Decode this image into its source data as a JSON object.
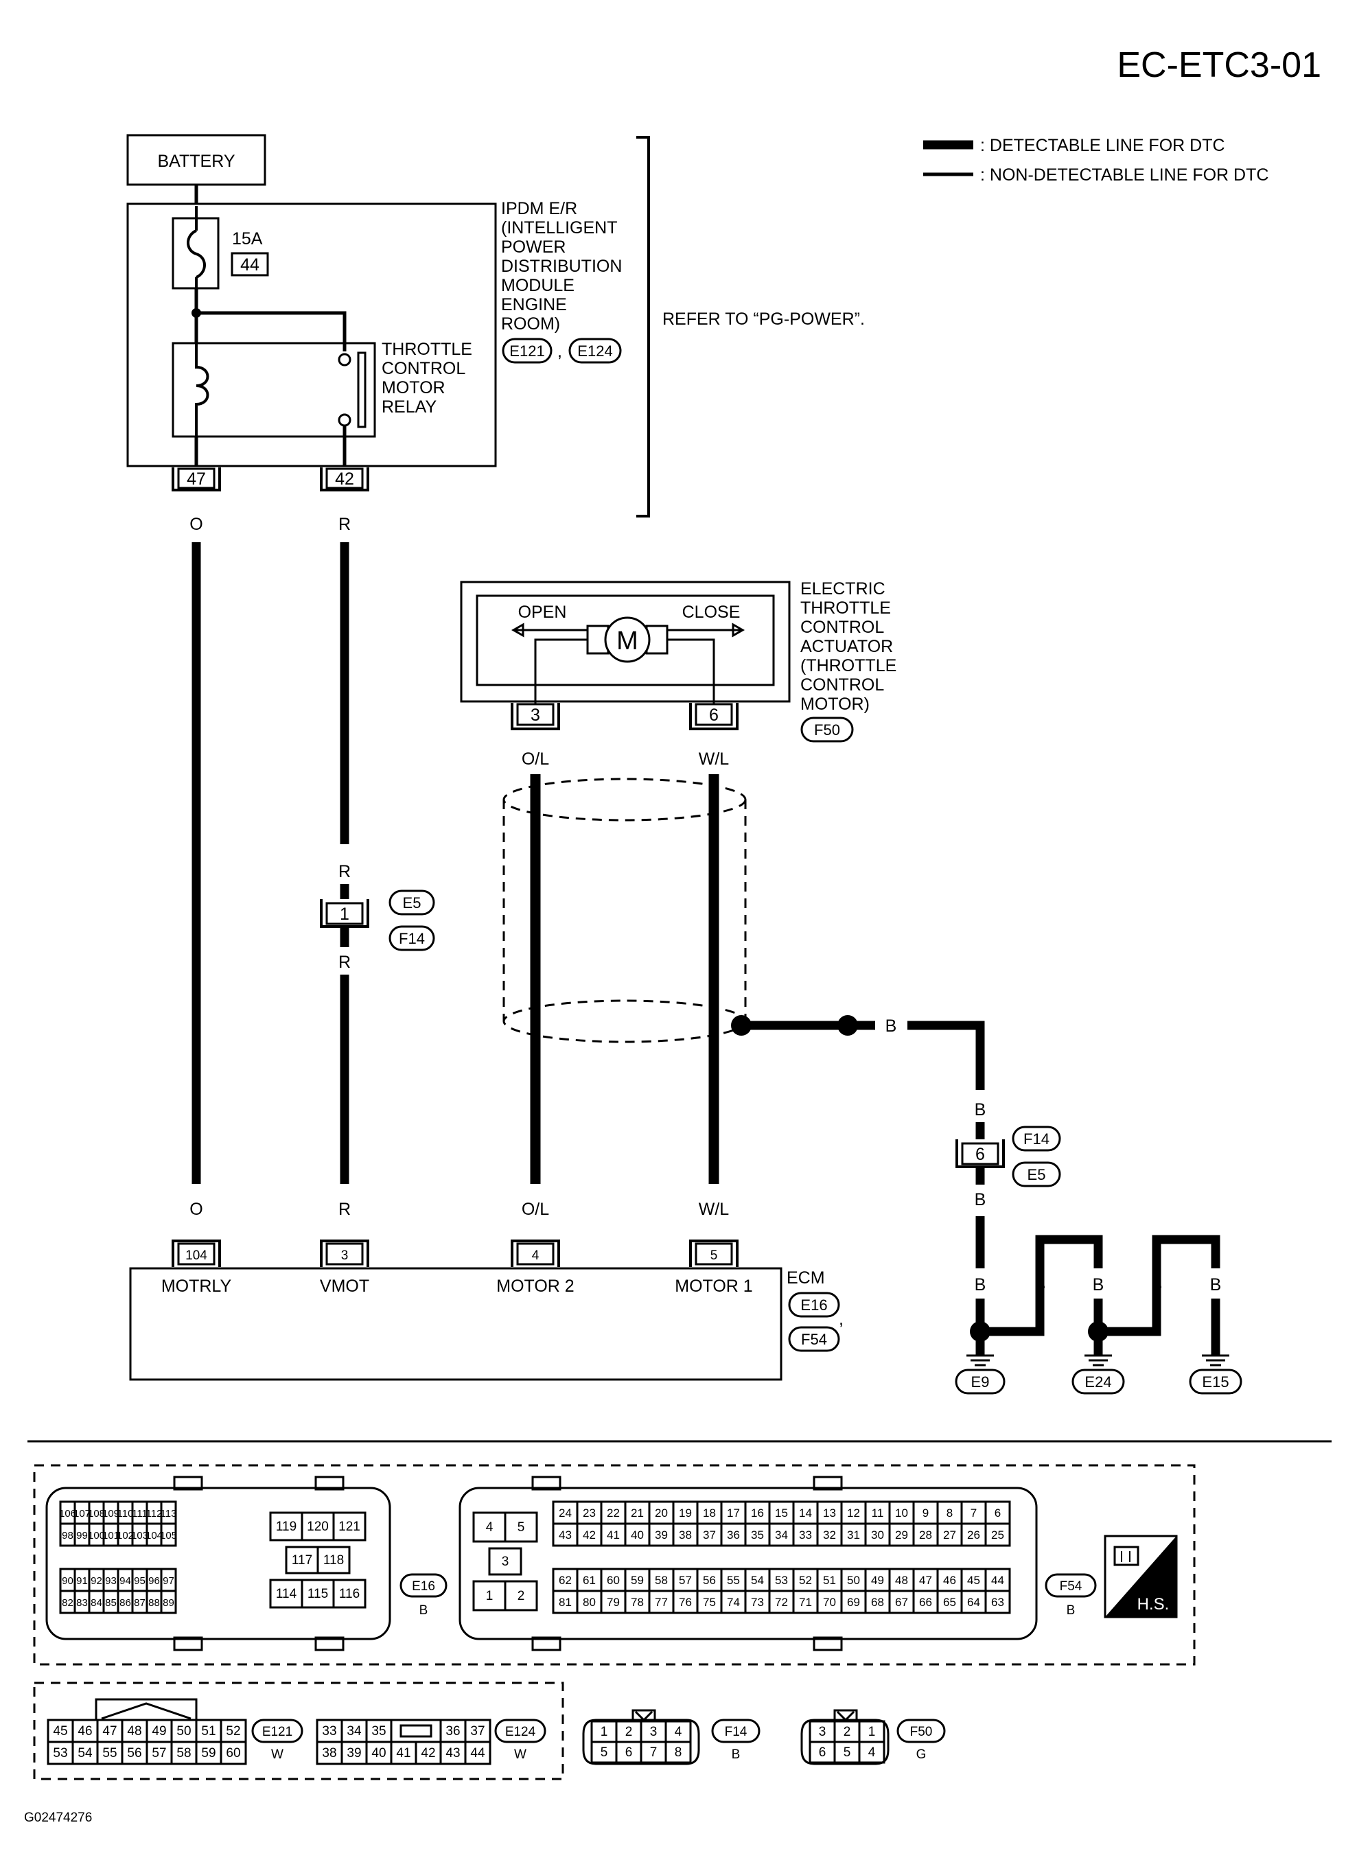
{
  "page_code": "EC-ETC3-01",
  "figure_id": "G02474276",
  "legend": {
    "detectable": ": DETECTABLE LINE FOR DTC",
    "non_detectable": ": NON-DETECTABLE LINE FOR DTC"
  },
  "battery": "BATTERY",
  "fuse": {
    "rating": "15A",
    "number": "44"
  },
  "ipdm": {
    "lines": [
      "IPDM E/R",
      "(INTELLIGENT",
      "POWER",
      "DISTRIBUTION",
      "MODULE",
      "ENGINE",
      "ROOM)"
    ],
    "connectors": [
      "E121",
      "E124"
    ],
    "separator": ","
  },
  "relay_lines": [
    "THROTTLE",
    "CONTROL",
    "MOTOR",
    "RELAY"
  ],
  "refer": "REFER TO “PG-POWER”.",
  "actuator": {
    "lines": [
      "ELECTRIC",
      "THROTTLE",
      "CONTROL",
      "ACTUATOR",
      "(THROTTLE",
      "CONTROL",
      "MOTOR)"
    ],
    "open": "OPEN",
    "close": "CLOSE",
    "motor": "M",
    "connector": "F50",
    "pin_open": "3",
    "pin_close": "6"
  },
  "ipdm_pins": {
    "motrly": "47",
    "vmot": "42"
  },
  "wire_colors": {
    "o": "O",
    "r": "R",
    "ol": "O/L",
    "wl": "W/L",
    "b": "B"
  },
  "joint_e5": {
    "pin": "1",
    "top": "E5",
    "bottom": "F14"
  },
  "joint_f14": {
    "pin": "6",
    "top": "F14",
    "bottom": "E5"
  },
  "ecm": {
    "label": "ECM",
    "connectors": [
      "E16",
      "F54"
    ],
    "separator": ",",
    "pins": [
      "104",
      "3",
      "4",
      "5"
    ],
    "terminals": [
      "MOTRLY",
      "VMOT",
      "MOTOR 2",
      "MOTOR 1"
    ]
  },
  "grounds": [
    "E9",
    "E24",
    "E15"
  ],
  "connector_e16": {
    "id": "E16",
    "color": "B",
    "rows": [
      [
        "106",
        "107",
        "108",
        "109",
        "110",
        "111",
        "112",
        "113"
      ],
      [
        "98",
        "99",
        "100",
        "101",
        "102",
        "103",
        "104",
        "105"
      ],
      [
        "90",
        "91",
        "92",
        "93",
        "94",
        "95",
        "96",
        "97"
      ],
      [
        "82",
        "83",
        "84",
        "85",
        "86",
        "87",
        "88",
        "89"
      ]
    ],
    "mid_top": [
      "119",
      "120",
      "121"
    ],
    "mid_center": [
      "117",
      "118"
    ],
    "mid_bottom": [
      "114",
      "115",
      "116"
    ]
  },
  "connector_f54": {
    "id": "F54",
    "color": "B",
    "left_top": [
      "4",
      "5"
    ],
    "left_mid": [
      "3"
    ],
    "left_bottom": [
      "1",
      "2"
    ],
    "rows": [
      [
        "24",
        "23",
        "22",
        "21",
        "20",
        "19",
        "18",
        "17",
        "16",
        "15",
        "14",
        "13",
        "12",
        "11",
        "10",
        "9",
        "8",
        "7",
        "6"
      ],
      [
        "43",
        "42",
        "41",
        "40",
        "39",
        "38",
        "37",
        "36",
        "35",
        "34",
        "33",
        "32",
        "31",
        "30",
        "29",
        "28",
        "27",
        "26",
        "25"
      ],
      [
        "62",
        "61",
        "60",
        "59",
        "58",
        "57",
        "56",
        "55",
        "54",
        "53",
        "52",
        "51",
        "50",
        "49",
        "48",
        "47",
        "46",
        "45",
        "44"
      ],
      [
        "81",
        "80",
        "79",
        "78",
        "77",
        "76",
        "75",
        "74",
        "73",
        "72",
        "71",
        "70",
        "69",
        "68",
        "67",
        "66",
        "65",
        "64",
        "63"
      ]
    ]
  },
  "hs_badge": "H.S.",
  "connector_e121": {
    "id": "E121",
    "color": "W",
    "rows": [
      [
        "45",
        "46",
        "47",
        "48",
        "49",
        "50",
        "51",
        "52"
      ],
      [
        "53",
        "54",
        "55",
        "56",
        "57",
        "58",
        "59",
        "60"
      ]
    ]
  },
  "connector_e124": {
    "id": "E124",
    "color": "W",
    "top": [
      "33",
      "34",
      "35",
      "36",
      "37"
    ],
    "bottom": [
      "38",
      "39",
      "40",
      "41",
      "42",
      "43",
      "44"
    ]
  },
  "connector_f14": {
    "id": "F14",
    "color": "B",
    "top": [
      "1",
      "2",
      "3",
      "4"
    ],
    "bottom": [
      "5",
      "6",
      "7",
      "8"
    ]
  },
  "connector_f50": {
    "id": "F50",
    "color": "G",
    "top": [
      "3",
      "2",
      "1"
    ],
    "bottom": [
      "6",
      "5",
      "4"
    ]
  }
}
